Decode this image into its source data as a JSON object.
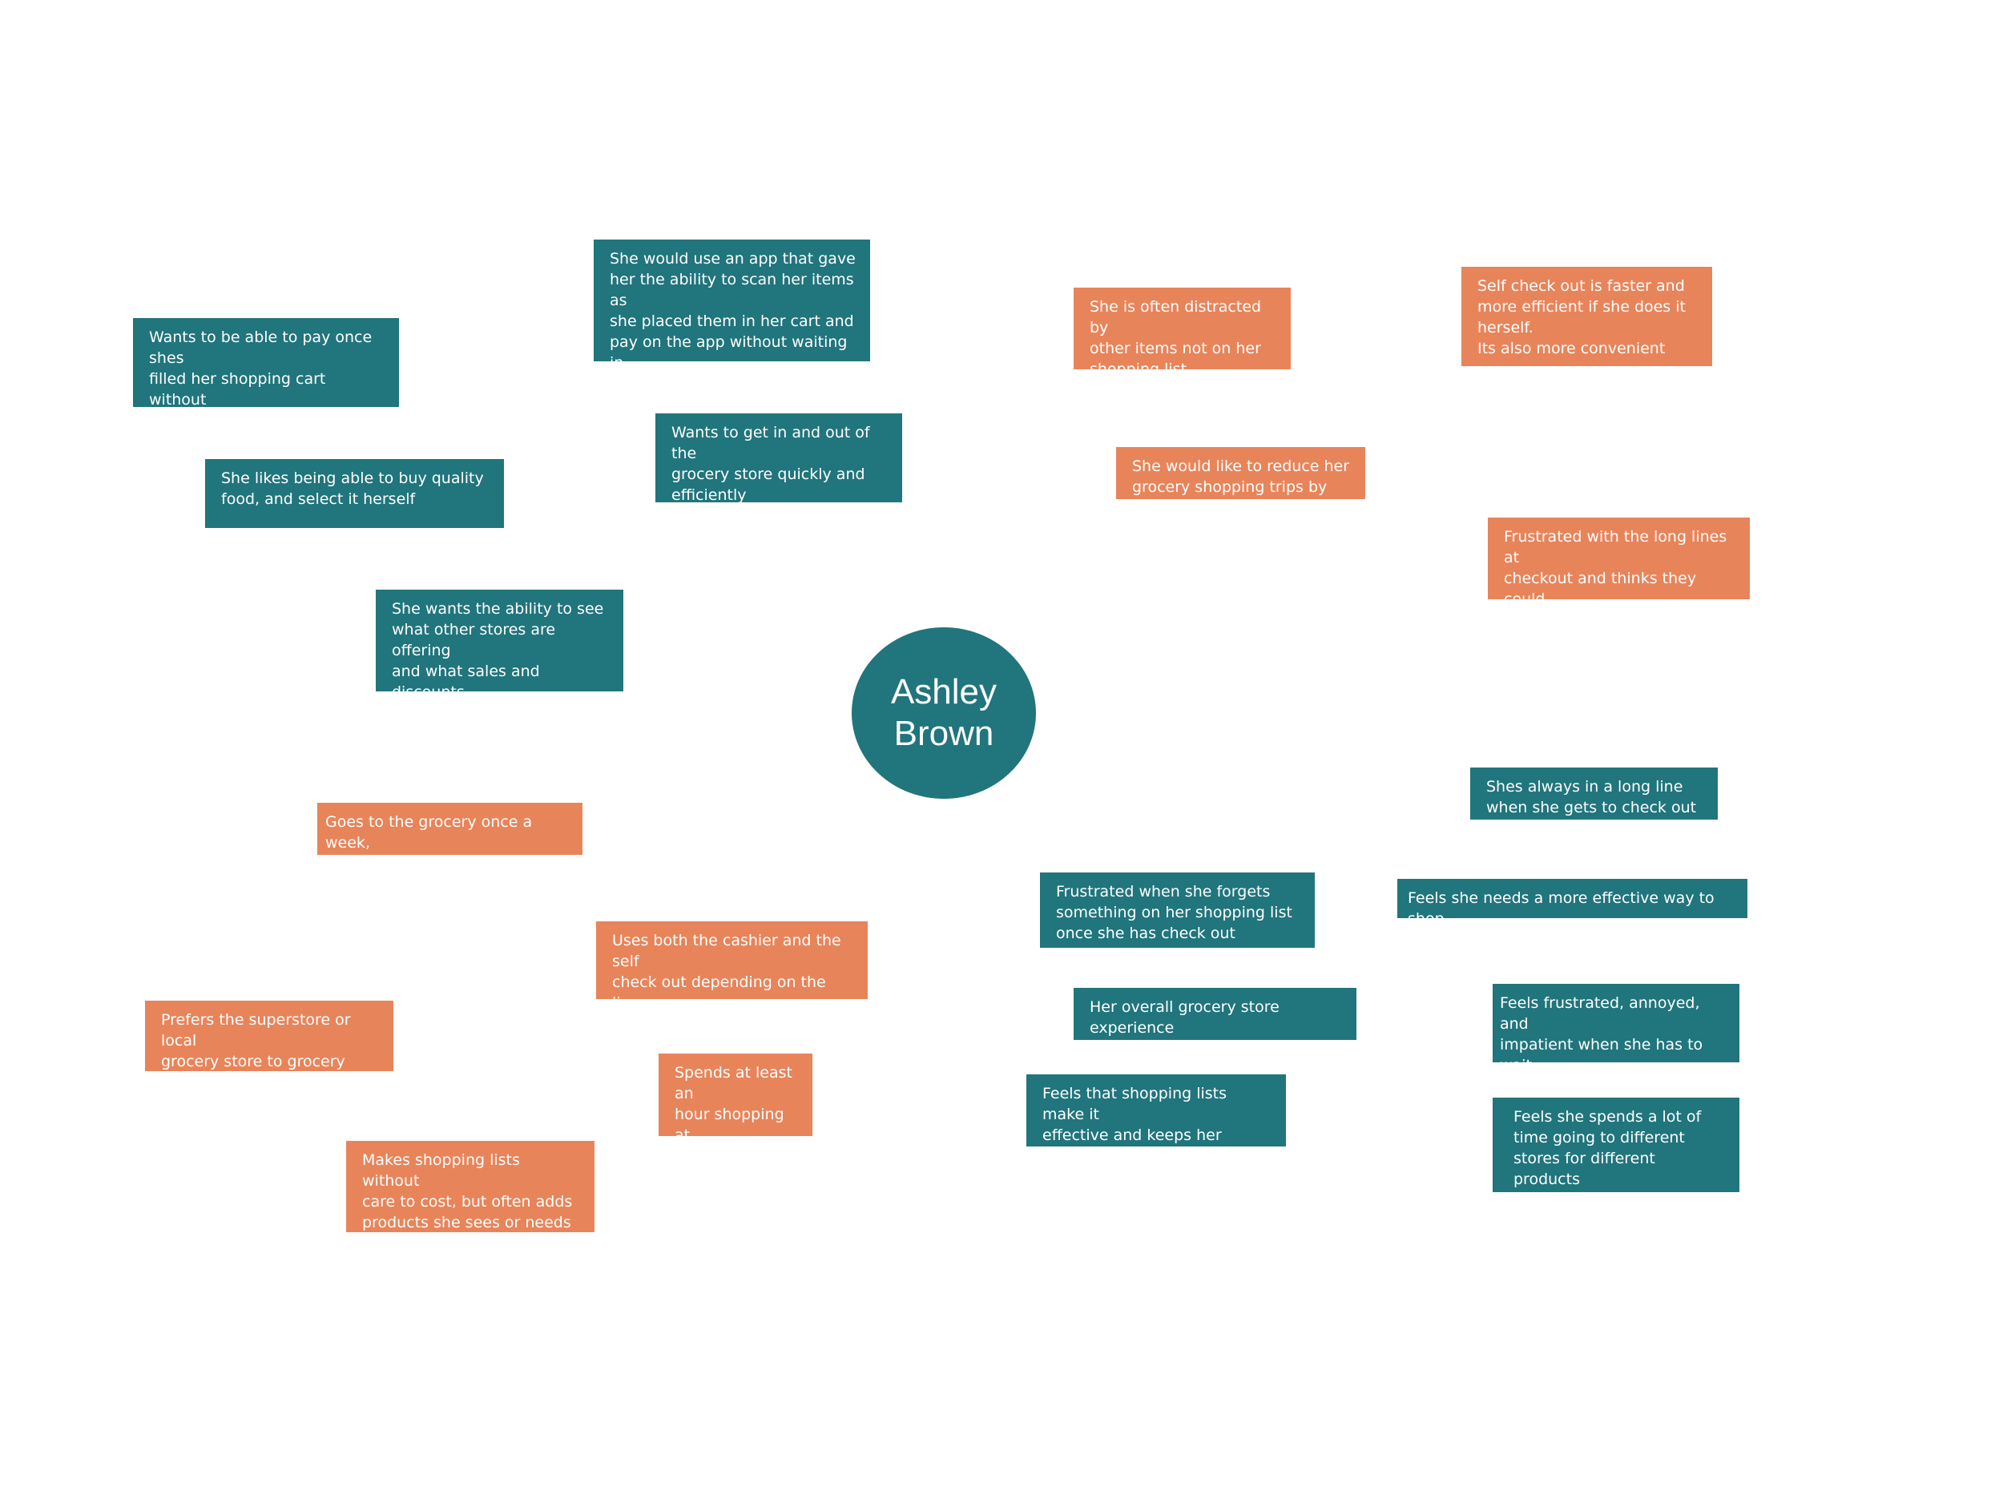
{
  "center": {
    "first_name": "Ashley",
    "last_name": "Brown"
  },
  "colors": {
    "teal": "#21757d",
    "orange": "#e8845a"
  },
  "notes": [
    {
      "id": "pay-once",
      "color": "teal",
      "text": "Wants to be able to pay once shes\nfilled her shopping cart without\nwaiting in long lines at check out"
    },
    {
      "id": "scan-app",
      "color": "teal",
      "text": "She would use an app that gave\nher the ability to scan her items as\nshe placed them in her cart and\npay on the app without waiting in\nline"
    },
    {
      "id": "quality-food",
      "color": "teal",
      "text": "She likes being able to buy quality\nfood, and select it herself"
    },
    {
      "id": "in-and-out",
      "color": "teal",
      "text": "Wants to get in and out of the\ngrocery store quickly and\nefficiently"
    },
    {
      "id": "other-stores",
      "color": "teal",
      "text": "She wants the ability to see\nwhat other stores are offering\nand what sales and discounts\nthey are providing"
    },
    {
      "id": "distracted",
      "color": "orange",
      "text": "She is often distracted by\nother items not on her\nshopping list"
    },
    {
      "id": "self-checkout",
      "color": "orange",
      "text": "Self check out is faster and\nmore efficient if she does it\nherself.\nIts also more convenient"
    },
    {
      "id": "reduce-trips",
      "color": "orange",
      "text": "She would like to reduce her\ngrocery shopping trips by half"
    },
    {
      "id": "frustrated-lines",
      "color": "orange",
      "text": "Frustrated with the long lines at\ncheckout and thinks they could\nbe more efficient"
    },
    {
      "id": "once-a-week",
      "color": "orange",
      "text": "Goes to the grocery once a week,\nif not twice a week"
    },
    {
      "id": "cashier-and-self",
      "color": "orange",
      "text": "Uses both the cashier and the self\ncheck out depending on the line\nups at checkout"
    },
    {
      "id": "prefers-superstore",
      "color": "orange",
      "text": "Prefers the superstore or local\ngrocery store to grocery\nshopping online"
    },
    {
      "id": "hour-shopping",
      "color": "orange",
      "text": "Spends at least an\nhour shopping at\nthe grocery store"
    },
    {
      "id": "lists-without-cost",
      "color": "orange",
      "text": "Makes shopping lists without\ncare to cost, but often adds\nproducts she sees or needs\nwhile shopping"
    },
    {
      "id": "long-line",
      "color": "teal",
      "text": "Shes always in a long line\nwhen she gets to check out"
    },
    {
      "id": "forgets-item",
      "color": "teal",
      "text": "Frustrated when she forgets\nsomething on her shopping list\nonce she has check out"
    },
    {
      "id": "effective-way",
      "color": "teal",
      "text": "Feels she needs a more effective way to shop"
    },
    {
      "id": "overall-experience",
      "color": "teal",
      "text": "Her overall grocery store experience\ncould be better but isn’t terrible"
    },
    {
      "id": "frustrated-annoyed",
      "color": "teal",
      "text": "Feels frustrated, annoyed, and\nimpatient when she has to wait\nin long lines at checkout"
    },
    {
      "id": "lists-focused",
      "color": "teal",
      "text": "Feels that shopping lists make it\neffective and keeps her focused\non her shopping"
    },
    {
      "id": "different-stores",
      "color": "teal",
      "text": "Feels she spends a lot of\ntime going to different\nstores for different products\nshe needs"
    }
  ]
}
